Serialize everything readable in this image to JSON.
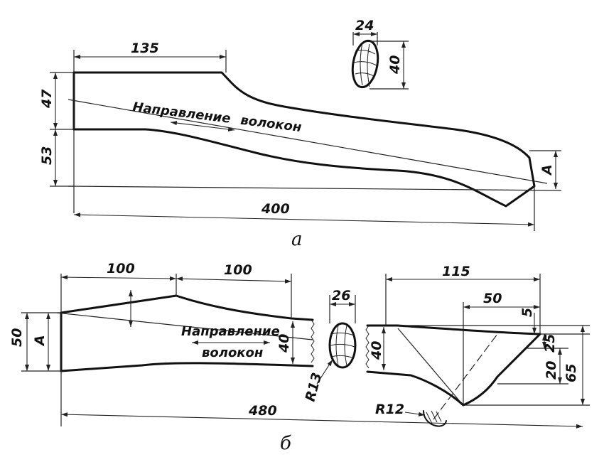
{
  "part_a": {
    "grain_label_1": "Направление",
    "grain_label_2": "волокон",
    "dims": {
      "top_length": "135",
      "height_upper": "47",
      "height_lower": "53",
      "total_length": "400",
      "end_section": "A",
      "section_width": "24",
      "section_height": "40"
    },
    "caption": "а"
  },
  "part_b": {
    "grain_label_1": "Направление",
    "grain_label_2": "волокон",
    "dims": {
      "left_segment": "100",
      "middle_segment": "100",
      "left_height": "50",
      "left_section": "A",
      "body_height": "40",
      "section_width": "26",
      "section_radius": "R13",
      "right_total": "115",
      "right_inner": "50",
      "right_offset": "5",
      "right_height_25": "25",
      "right_height_20": "20",
      "right_height_total": "65",
      "right_body_height": "40",
      "tip_radius": "R12",
      "total_length": "480"
    },
    "caption": "б"
  }
}
